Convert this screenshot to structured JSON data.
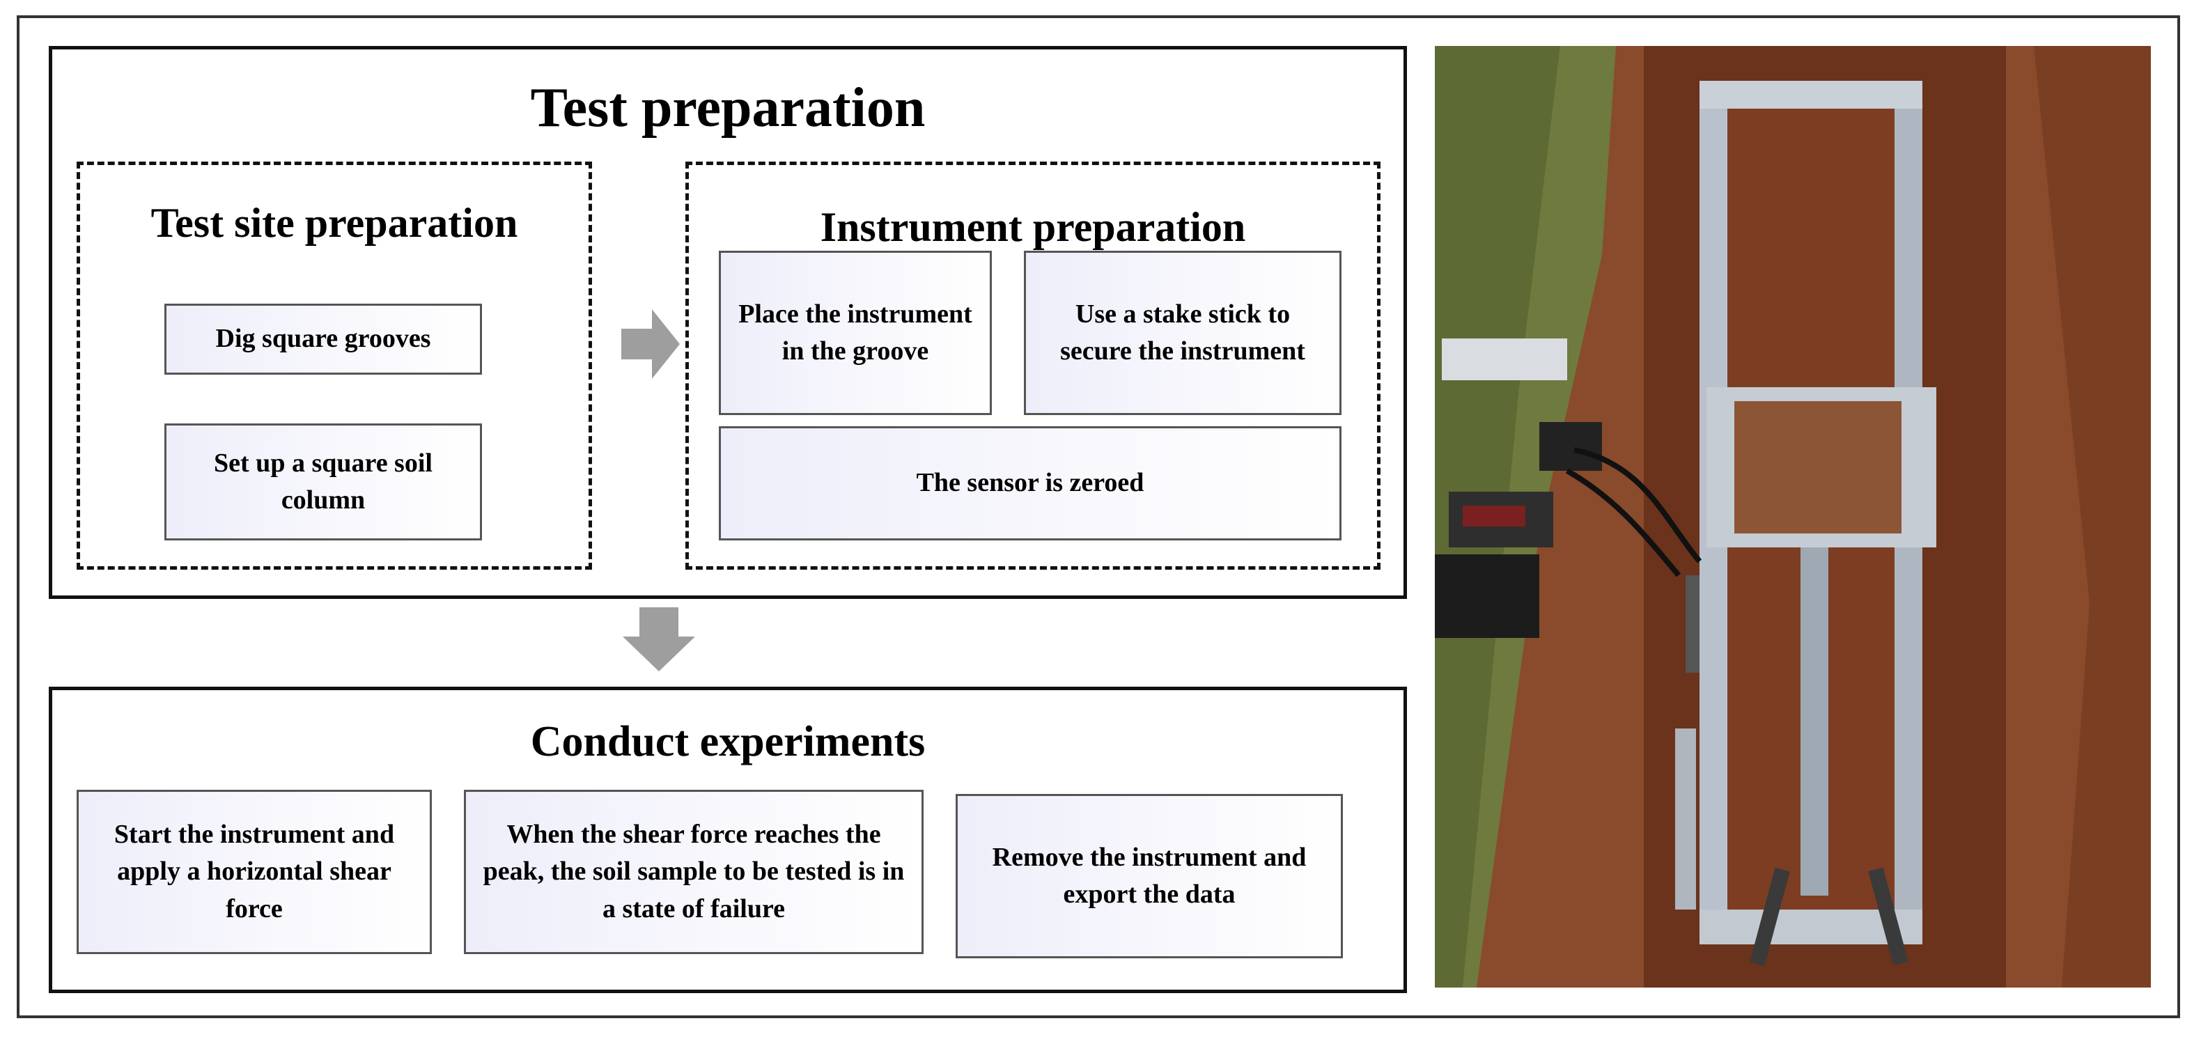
{
  "test_preparation": {
    "title": "Test preparation",
    "test_site": {
      "title": "Test site preparation",
      "steps": [
        "Dig square grooves",
        "Set up a square soil column"
      ]
    },
    "instrument": {
      "title": "Instrument preparation",
      "steps": [
        "Place the instrument in the groove",
        "Use a stake stick to secure the instrument",
        "The sensor is zeroed"
      ]
    }
  },
  "conduct_experiments": {
    "title": "Conduct experiments",
    "steps": [
      "Start the instrument and apply a horizontal shear force",
      "When the shear force reaches the peak, the soil sample to be tested is in a state of failure",
      "Remove the instrument and export the data"
    ]
  },
  "colors": {
    "arrow": "#9e9e9e",
    "box_gradient_start": "#eeeefa",
    "border": "#111111"
  }
}
